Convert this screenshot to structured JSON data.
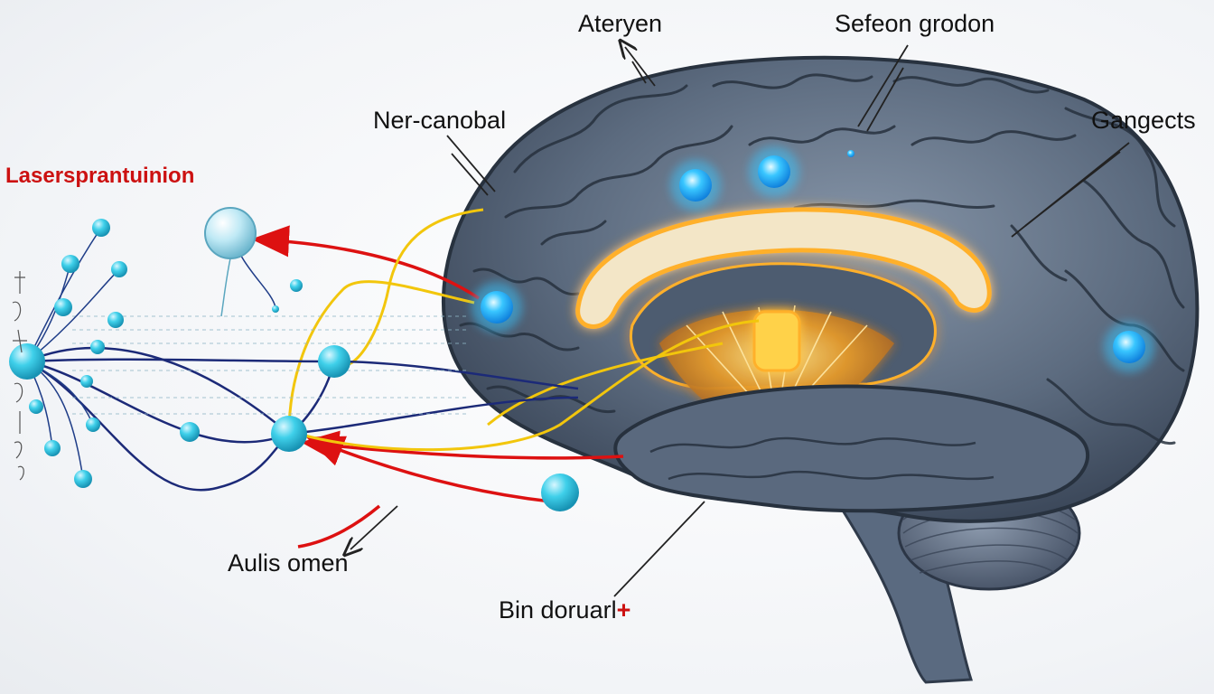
{
  "labels": {
    "title": "Lasersprantuinion",
    "top_left": "Ateryen",
    "top_right": "Sefeon grodon",
    "upper_left": "Ner-canobal",
    "right": "Gangects",
    "bottom_left": "Aulis omen",
    "bottom_center": "Bin doruarl",
    "bottom_center_mark": "+"
  },
  "colors": {
    "title": "#cc1111",
    "node": "#38c9e4",
    "brain_glow_node": "#1aa8ff",
    "red_line": "#dd1111",
    "yellow_line": "#f2c60c",
    "navy_line": "#1c2a78",
    "brain_fill": "#5e6e82",
    "glow": "#ffb02a"
  },
  "icons": {
    "nodes": "circle",
    "connection_arrows": "arrow-icon"
  }
}
